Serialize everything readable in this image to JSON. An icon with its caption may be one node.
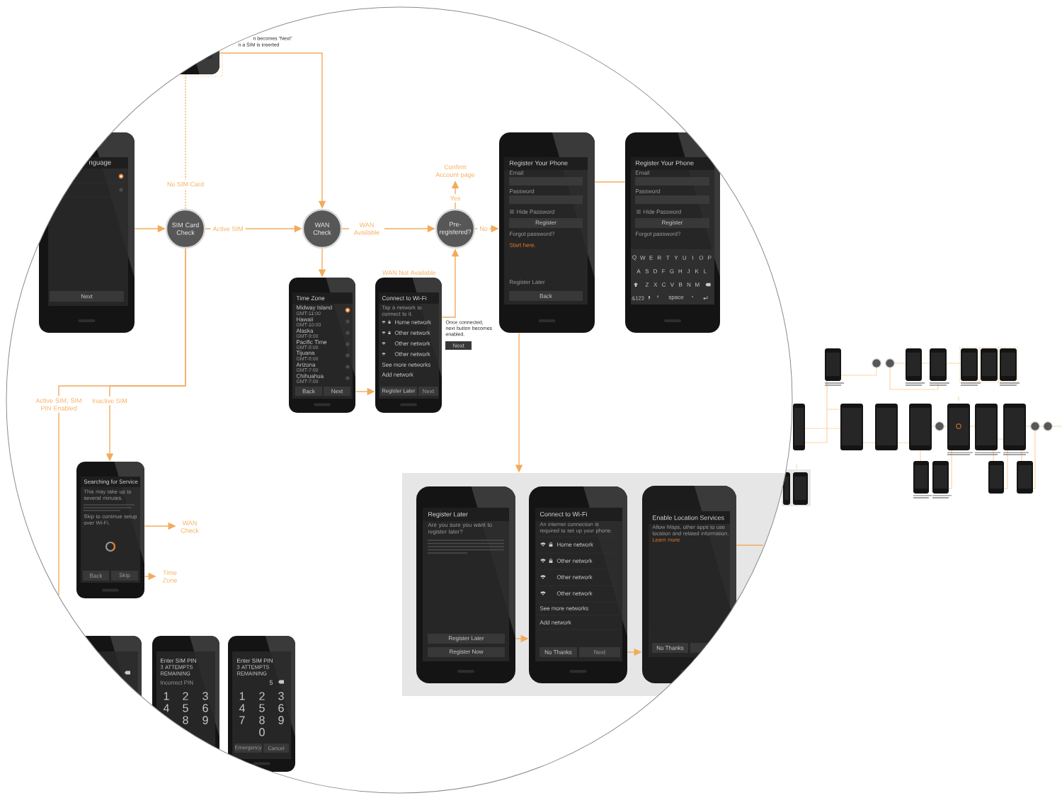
{
  "diagram": {
    "nodes": [
      {
        "text": [],
        "shape": "box",
        "beside": [
          "n becomes “Next”",
          "n a SIM is inserted"
        ]
      },
      {
        "text": [
          "nguage",
          "Next"
        ]
      },
      {
        "text": [
          "SIM Card Check"
        ]
      },
      {
        "text": [
          "WAN Check"
        ]
      },
      {
        "text": [
          "Pre-registered?"
        ]
      },
      {
        "text": [
          "Confirm Account page"
        ]
      },
      {
        "text": [
          "Register Your Phone",
          "Email",
          "Password",
          "Hide Password",
          "Register",
          "Forgot password?",
          "Start here.",
          "Register Later",
          "Back"
        ]
      },
      {
        "text": [
          "Register Your Phone",
          "Email",
          "Password",
          "Hide Password",
          "Register",
          "Forgot password?",
          "Q",
          "W",
          "E",
          "R",
          "T",
          "Y",
          "U",
          "I",
          "O",
          "P",
          "A",
          "S",
          "D",
          "F",
          "G",
          "H",
          "J",
          "K",
          "L",
          "Z",
          "X",
          "C",
          "V",
          "B",
          "N",
          "M",
          "&123",
          ",",
          "space",
          "."
        ]
      },
      {
        "text": [
          "Time Zone",
          "Midway Island",
          "GMT-11:00",
          "Hawaii",
          "GMT-10:00",
          "Alaska",
          "GMT-9:00",
          "Pacific Time",
          "GMT-8:00",
          "Tijuana",
          "GMT-8:00",
          "Arizona",
          "GMT-7:00",
          "Chihuahua",
          "GMT-7:00",
          "Back",
          "Next"
        ]
      },
      {
        "text": [
          "Connect to Wi-Fi",
          "Tap a network to connect to it.",
          "Home network",
          "Other network",
          "Other network",
          "Other network",
          "See more networks",
          "Add network",
          "Register Later",
          "Next"
        ],
        "beside": [
          "WAN Not Available",
          "Once connected, next button becomes enabled."
        ]
      },
      {
        "text": [
          "Next"
        ]
      },
      {
        "text": [
          "Searching for Service",
          "This may take up to several minutes.",
          "Skip to continue setup over Wi-Fi.",
          "Back",
          "Skip"
        ]
      },
      {
        "text": [
          "WAN Check"
        ]
      },
      {
        "text": [
          "Time Zone"
        ]
      },
      {
        "text": [],
        "shape": "box"
      },
      {
        "text": [
          "Register Later",
          "Are you sure you want to register later?",
          "Register Later",
          "Register Now"
        ],
        "in": 14
      },
      {
        "text": [
          "Connect to Wi-Fi",
          "An internet connection is required to set up your phone.",
          "Home network",
          "Other network",
          "Other network",
          "Other network",
          "See more networks",
          "Add network",
          "No Thanks",
          "Next"
        ],
        "in": 14
      },
      {
        "text": [
          "Enable Location Services",
          "Allow Maps, other apps to use location and related information.",
          "Learn more",
          "No Thanks"
        ],
        "in": 14
      },
      {
        "text": [],
        "shape": "box"
      },
      {
        "text": [
          "Enter SIM PIN",
          "3 ATTEMPTS REMAINING",
          "Incorrect PIN",
          "1",
          "2",
          "3",
          "4",
          "5",
          "6",
          "8",
          "9"
        ]
      },
      {
        "text": [
          "Enter SIM PIN",
          "3 ATTEMPTS REMAINING",
          "5",
          "1",
          "2",
          "3",
          "4",
          "5",
          "6",
          "7",
          "8",
          "9",
          "0",
          "Emergency",
          "Cancel"
        ]
      }
    ],
    "edges": [
      {
        "from": 1,
        "to": 2,
        "arrow": "to"
      },
      {
        "from": 2,
        "to": 0,
        "arrow": "none",
        "label": "No SIM Card",
        "style": "dashed"
      },
      {
        "from": 0,
        "to": 3,
        "arrow": "to"
      },
      {
        "from": 2,
        "to": 3,
        "arrow": "to",
        "label": "Active SIM"
      },
      {
        "from": 3,
        "to": 4,
        "arrow": "to",
        "label": "WAN Available"
      },
      {
        "from": 3,
        "to": 8,
        "arrow": "to"
      },
      {
        "from": 4,
        "to": 5,
        "arrow": "to",
        "label": "Yes"
      },
      {
        "from": 4,
        "to": 6,
        "arrow": "to",
        "label": "No"
      },
      {
        "from": 6,
        "to": 7,
        "arrow": "none"
      },
      {
        "from": 8,
        "to": 9,
        "arrow": "to"
      },
      {
        "from": 9,
        "to": 4,
        "arrow": "to"
      },
      {
        "from": 6,
        "to": 14,
        "arrow": "to"
      },
      {
        "from": 2,
        "to": 11,
        "arrow": "to",
        "label": "Inactive SIM"
      },
      {
        "from": 2,
        "to": null,
        "arrow": "none",
        "label": "Active SIM, SIM PIN Enabled"
      },
      {
        "from": 11,
        "to": 12,
        "arrow": "to"
      },
      {
        "from": 11,
        "to": 13,
        "arrow": "to"
      },
      {
        "from": 15,
        "to": 16,
        "arrow": "to"
      },
      {
        "from": 16,
        "to": 17,
        "arrow": "to"
      },
      {
        "from": 17,
        "to": null,
        "arrow": "none"
      }
    ]
  }
}
